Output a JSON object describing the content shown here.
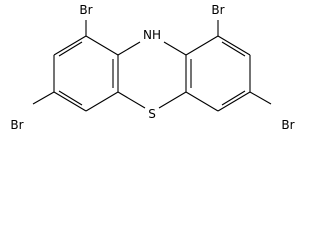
{
  "molecule": {
    "atoms": {
      "br_top_left": "Br",
      "br_top_right": "Br",
      "br_bottom_left": "Br",
      "br_bottom_right": "Br",
      "nh": "NH",
      "s": "S"
    }
  },
  "colors": {
    "bond": "#000000",
    "text": "#000000",
    "background": "#ffffff"
  }
}
